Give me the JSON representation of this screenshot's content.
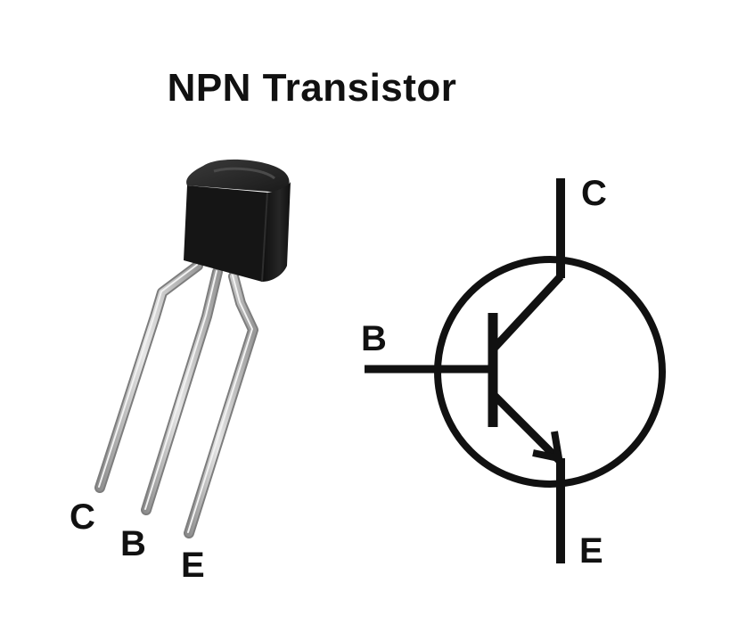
{
  "title": "NPN Transistor",
  "package_pins": {
    "collector": "C",
    "base": "B",
    "emitter": "E"
  },
  "symbol_pins": {
    "collector": "C",
    "base": "B",
    "emitter": "E"
  },
  "colors": {
    "ink": "#111111",
    "package_body": "#1c1c1c",
    "lead": "#c9c9c9",
    "background": "#ffffff"
  }
}
